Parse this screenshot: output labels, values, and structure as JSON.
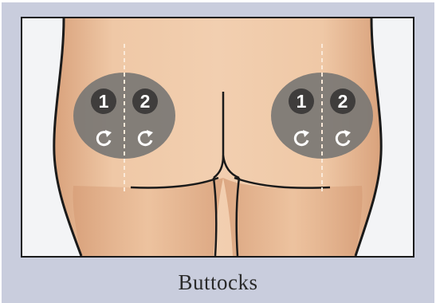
{
  "figure": {
    "caption": "Buttocks",
    "sites": [
      {
        "side": "left",
        "zones": [
          {
            "number": "1",
            "icon": "rotate-icon"
          },
          {
            "number": "2",
            "icon": "rotate-icon"
          }
        ]
      },
      {
        "side": "right",
        "zones": [
          {
            "number": "1",
            "icon": "rotate-icon"
          },
          {
            "number": "2",
            "icon": "rotate-icon"
          }
        ]
      }
    ]
  },
  "colors": {
    "background": "#c9cddd",
    "panel": "#f3f4f6",
    "skin": "#efc9a6",
    "skin_shadow": "#dca986",
    "outline": "#1a1a1a",
    "site_circle": "#7a7774",
    "badge": "#3f3d3c",
    "divider": "#fbe9d8"
  }
}
